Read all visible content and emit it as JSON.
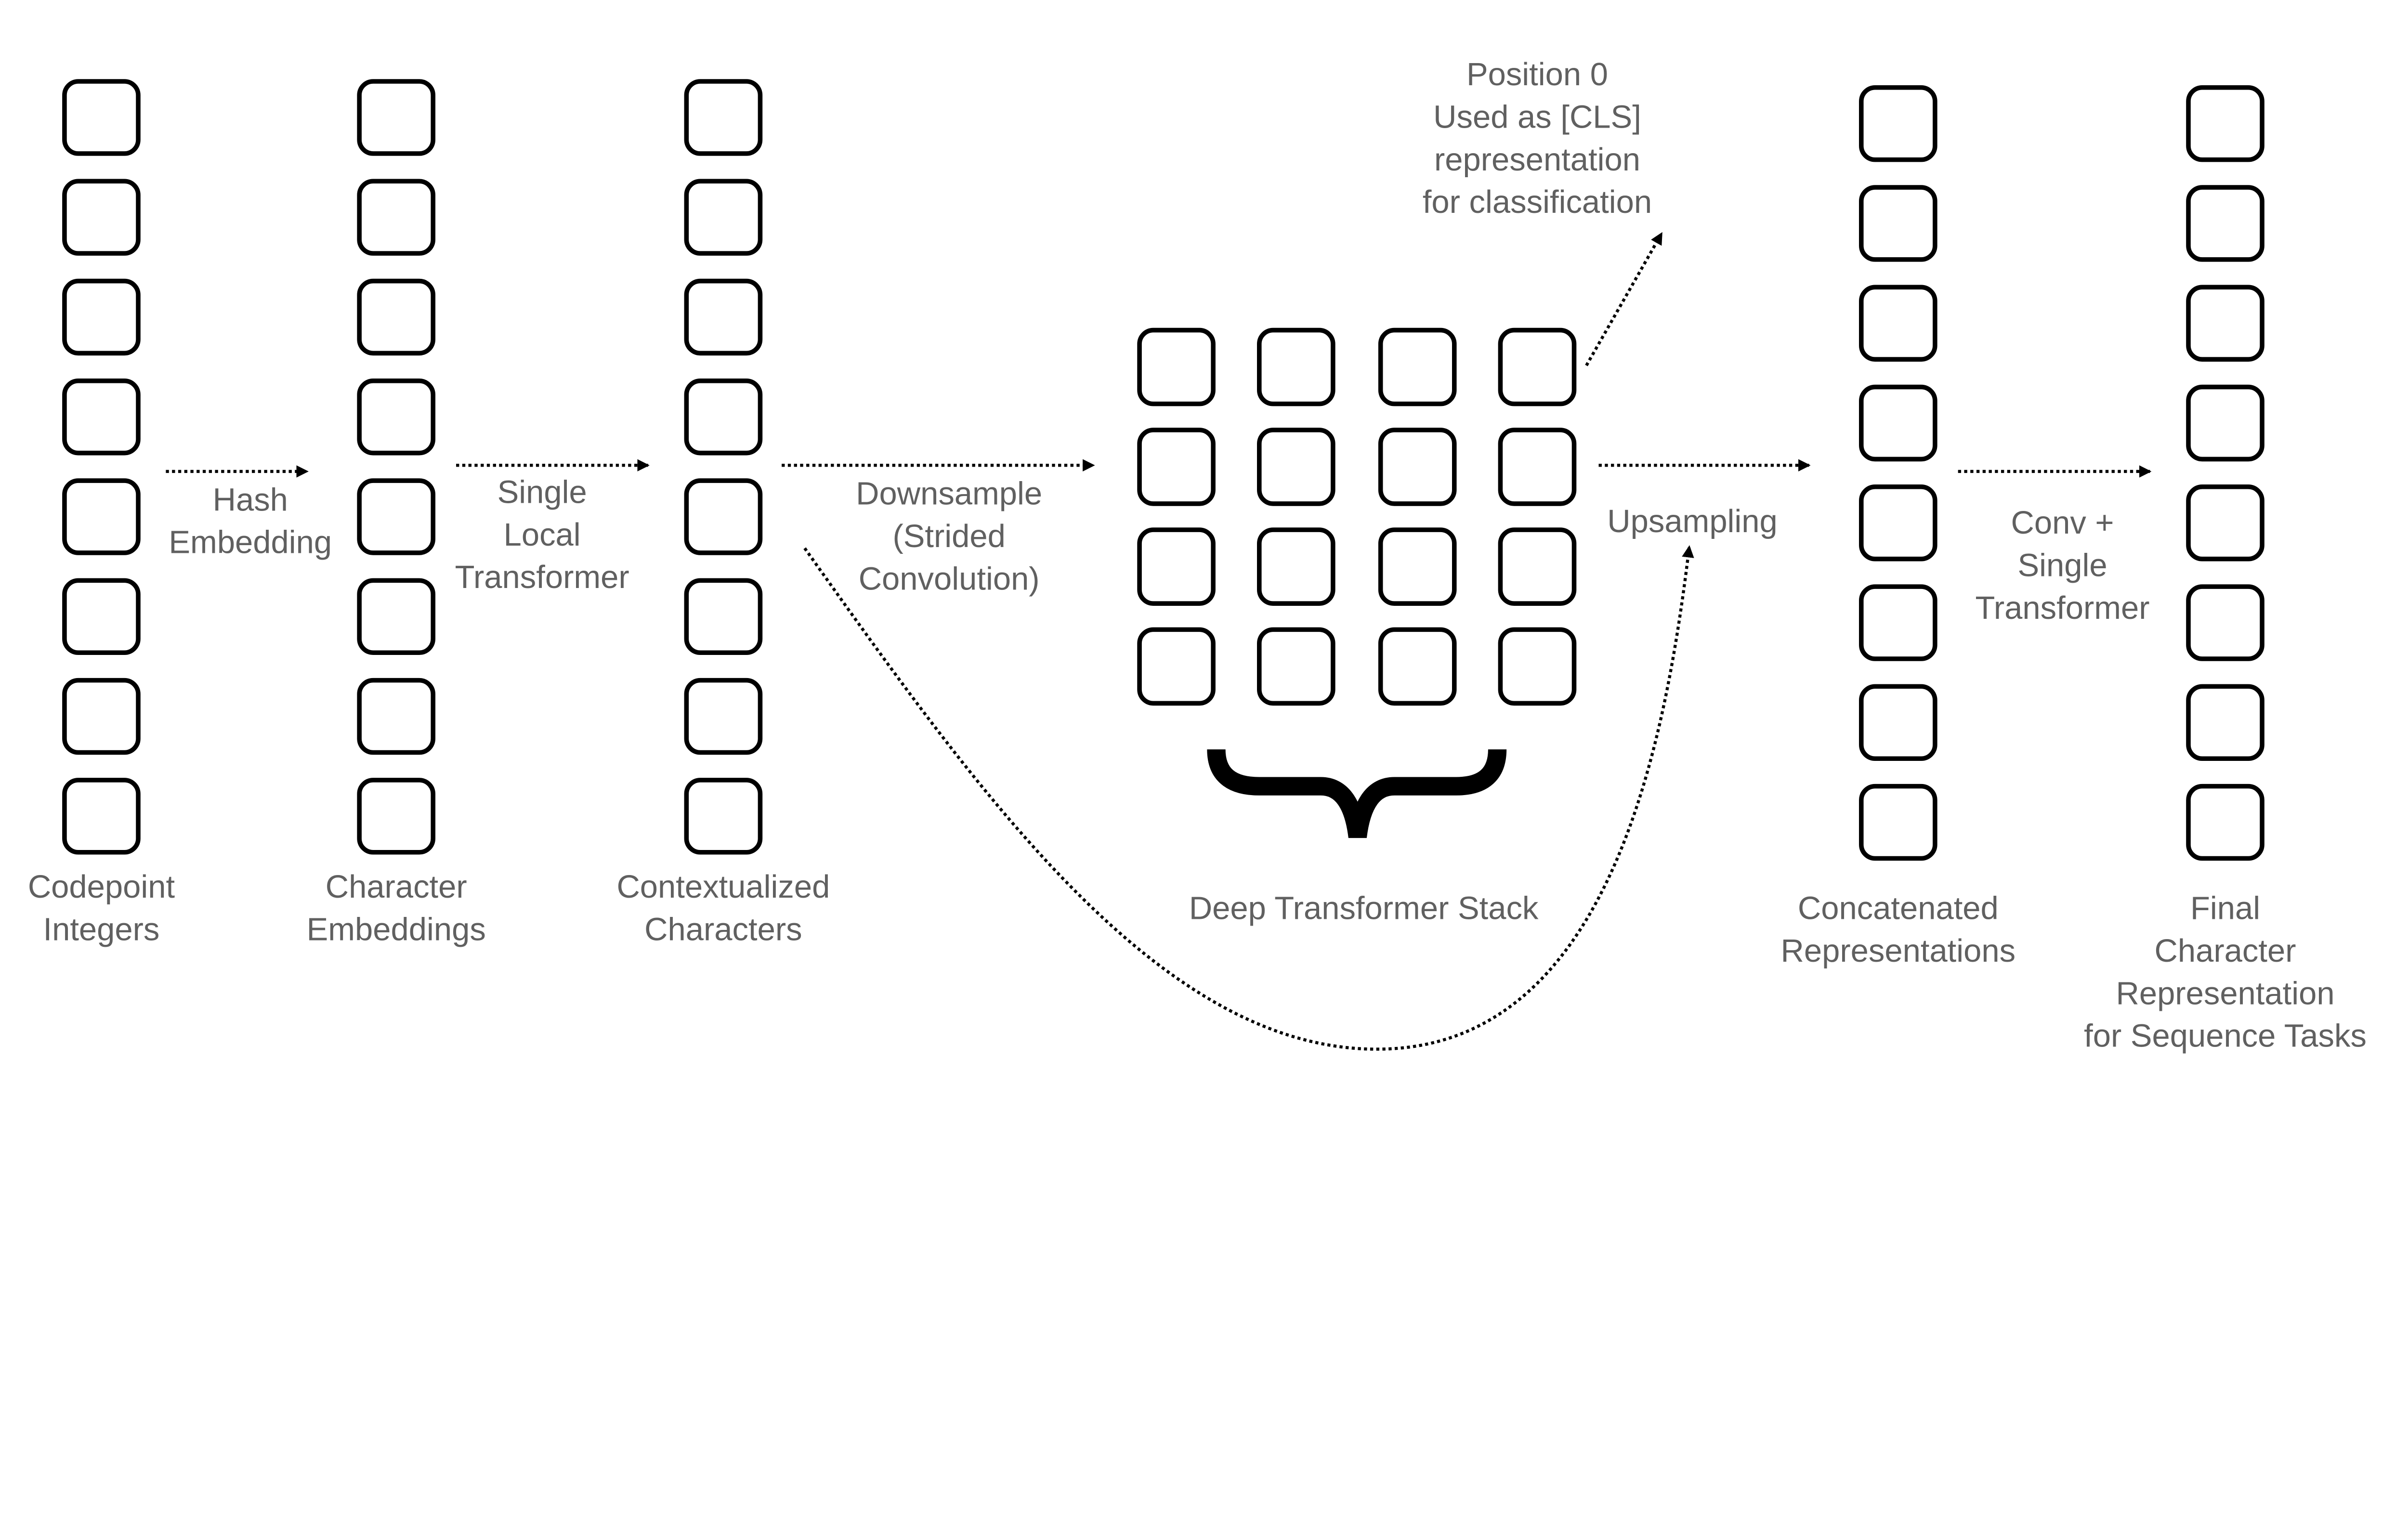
{
  "colors": {
    "text": "#606060",
    "stroke": "#000000",
    "background": "#ffffff"
  },
  "labels": {
    "hash_embedding": [
      "Hash",
      "Embedding"
    ],
    "single_local_transformer": [
      "Single",
      "Local",
      "Transformer"
    ],
    "downsample": [
      "Downsample",
      "(Strided",
      "Convolution)"
    ],
    "upsampling": "Upsampling",
    "conv_single_transformer": [
      "Conv +",
      "Single",
      "Transformer"
    ],
    "position0": [
      "Position 0",
      "Used as [CLS]",
      "representation",
      "for classification"
    ],
    "codepoint_integers": [
      "Codepoint",
      "Integers"
    ],
    "character_embeddings": [
      "Character",
      "Embeddings"
    ],
    "contextualized_characters": [
      "Contextualized",
      "Characters"
    ],
    "deep_transformer_stack": "Deep Transformer Stack",
    "concatenated_representations": [
      "Concatenated",
      "Representations"
    ],
    "final_representation": [
      "Final",
      "Character",
      "Representation",
      "for Sequence Tasks"
    ]
  }
}
